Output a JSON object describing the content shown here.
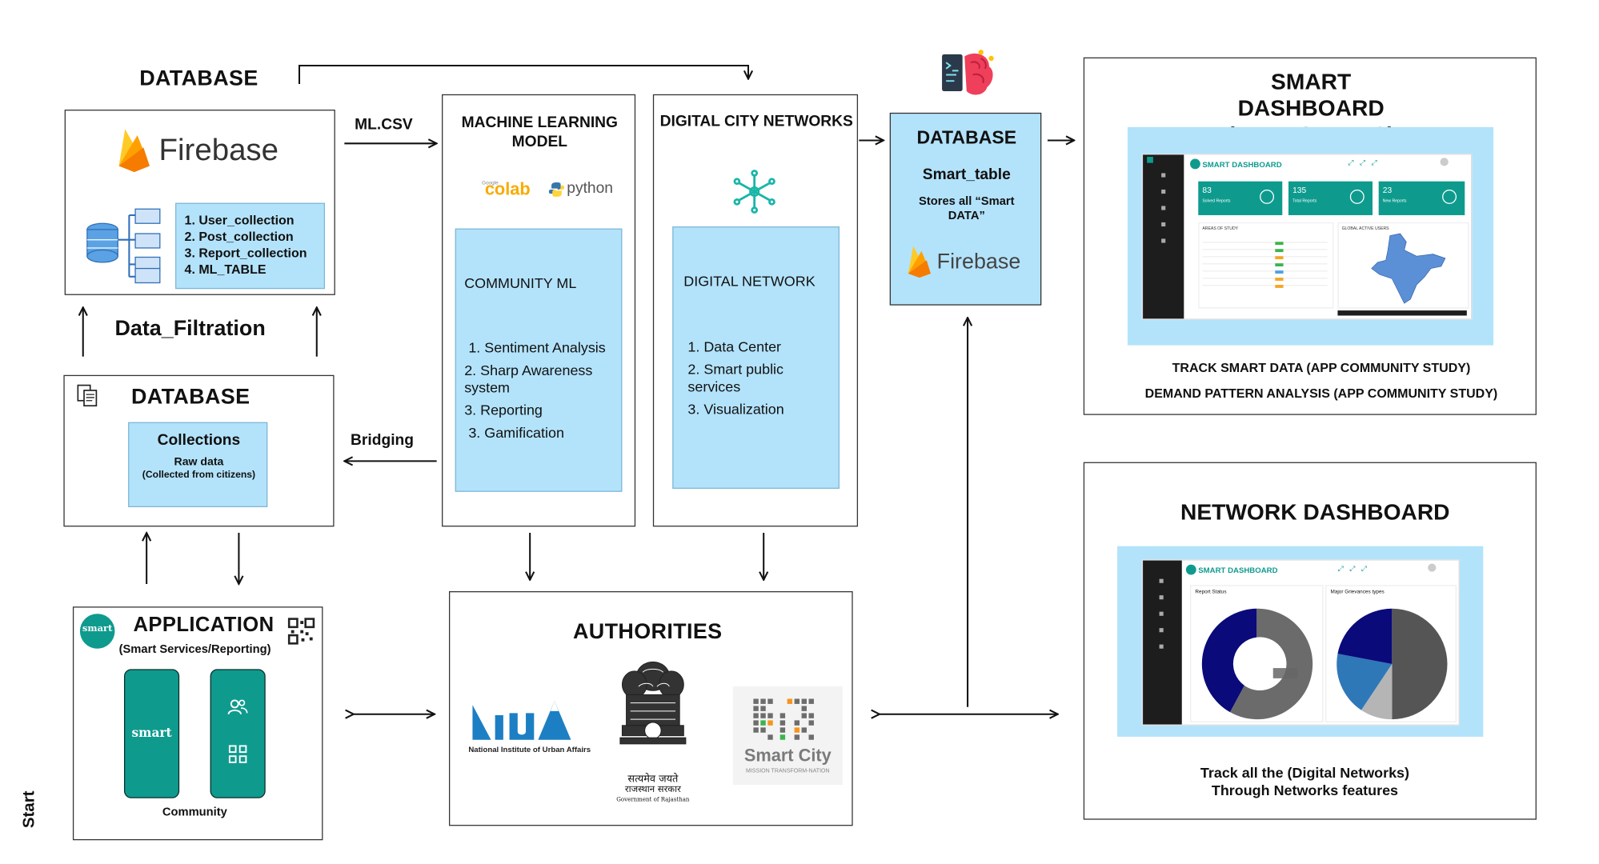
{
  "database_top": {
    "title": "DATABASE",
    "firebase": "Firebase",
    "collections": [
      "1. User_collection",
      "2. Post_collection",
      "3. Report_collection",
      "4. ML_TABLE"
    ]
  },
  "ml_csv": "ML.CSV",
  "data_filtration": "Data_Filtration",
  "database_mid": {
    "title": "DATABASE",
    "collections": "Collections",
    "raw": "Raw data",
    "raw_sub": "(Collected from citizens)"
  },
  "bridging": "Bridging",
  "ml_model": {
    "title": "MACHINE LEARNING MODEL",
    "colab_small": "Google",
    "colab": "colab",
    "python": "python",
    "panel_title": "COMMUNITY ML",
    "items": [
      "1. Sentiment Analysis",
      "2. Sharp Awareness system",
      "3. Reporting",
      "3. Gamification"
    ]
  },
  "networks": {
    "title": "DIGITAL CITY NETWORKS",
    "panel_title": "DIGITAL NETWORK",
    "items": [
      "1. Data Center",
      "2. Smart public services",
      "3. Visualization"
    ]
  },
  "database_right": {
    "title": "DATABASE",
    "table": "Smart_table",
    "desc": "Stores all “Smart DATA”",
    "firebase": "Firebase"
  },
  "smart_dashboard": {
    "title": "SMART DASHBOARD (AUTHORITIES)",
    "app_name": "SMART DASHBOARD",
    "cards": [
      {
        "value": "83",
        "label": "Solved Reports"
      },
      {
        "value": "135",
        "label": "Total Reports"
      },
      {
        "value": "23",
        "label": "New Reports"
      }
    ],
    "table_title": "AREAS OF STUDY",
    "map_title": "GLOBAL ACTIVE USERS",
    "caption1": "TRACK SMART DATA (APP COMMUNITY STUDY)",
    "caption2": "DEMAND PATTERN ANALYSIS (APP COMMUNITY STUDY)"
  },
  "network_dashboard": {
    "title": "NETWORK DASHBOARD",
    "app_name": "SMART DASHBOARD",
    "chart1_title": "Report Status",
    "chart2_title": "Major Grievances types",
    "caption1": "Track all the (Digital Networks)",
    "caption2": "Through Networks features"
  },
  "application": {
    "title": "APPLICATION",
    "subtitle": "(Smart Services/Reporting)",
    "logo": "smart",
    "phone_logo": "smart",
    "community": "Community"
  },
  "authorities": {
    "title": "AUTHORITIES",
    "niua_caption": "National Institute of Urban Affairs",
    "emblem_line1": "सत्यमेव जयते",
    "emblem_line2": "राजस्थान सरकार",
    "emblem_line3": "Government of Rajasthan",
    "smartcity": "Smart City",
    "smartcity_sub": "MISSION TRANSFORM-NATION"
  },
  "start": "Start",
  "colors": {
    "panel_blue": "#b3e3fb",
    "teal": "#0e9b8e",
    "firebase_orange": "#f5a623",
    "navy": "#0a0a7a"
  }
}
